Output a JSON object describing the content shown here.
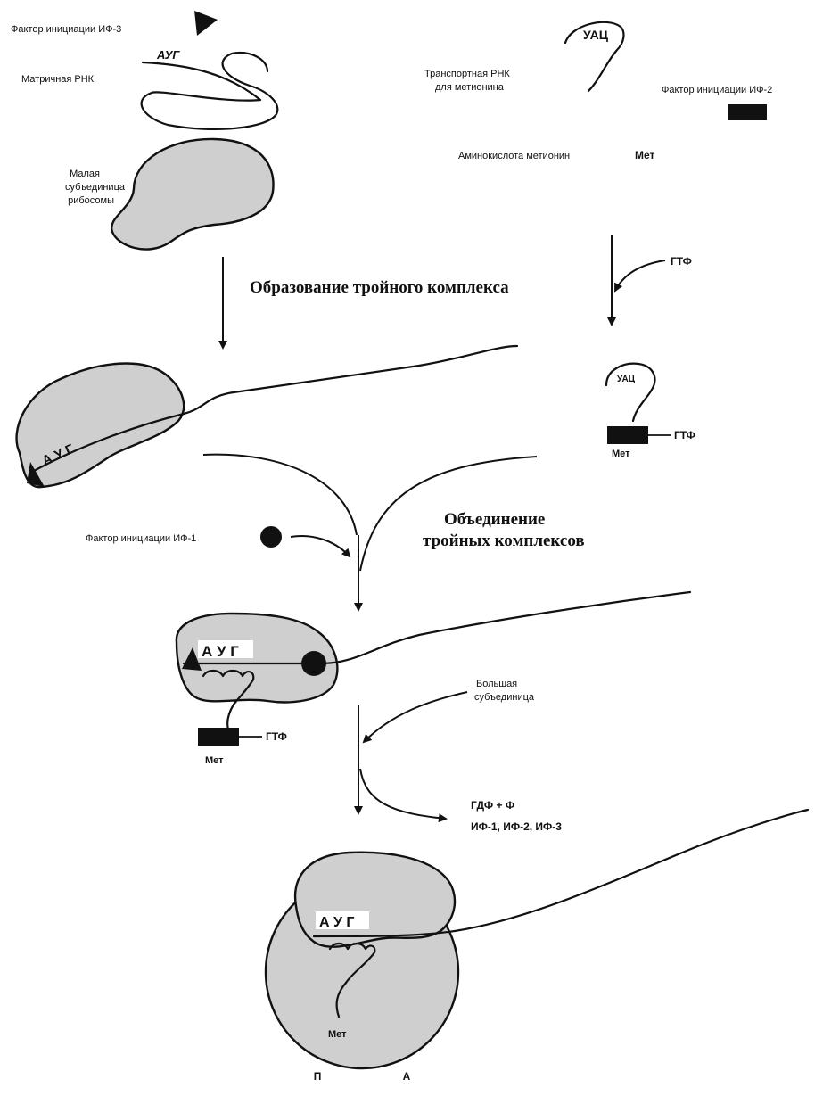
{
  "labels": {
    "if3_factor": "Фактор инициации ИФ-3",
    "mrna": "Матричная РНК",
    "small_subunit_line1": "Малая",
    "small_subunit_line2": "субъединица",
    "small_subunit_line3": "рибосомы",
    "trna_line1": "Транспортная РНК",
    "trna_line2": "для метионина",
    "if2_factor": "Фактор инициации ИФ-2",
    "methionine": "Аминокислота метионин",
    "met_bold": "Мет",
    "gtp": "ГТФ",
    "if1_factor": "Фактор инициации ИФ-1",
    "large_subunit_line1": "Большая",
    "large_subunit_line2": "субъединица",
    "release_line1": "ГДФ + Ф",
    "release_line2": "ИФ-1, ИФ-2, ИФ-3",
    "p_site": "П",
    "a_site": "А"
  },
  "codons": {
    "start_codon": "А У Г",
    "start_codon_compact": "АУГ",
    "anticodon": "УАЦ",
    "anticodon_small": "УАЦ"
  },
  "titles": {
    "ternary_formation": "Образование тройного комплекса",
    "combine_line1": "Объединение",
    "combine_line2": "тройных комплексов"
  }
}
